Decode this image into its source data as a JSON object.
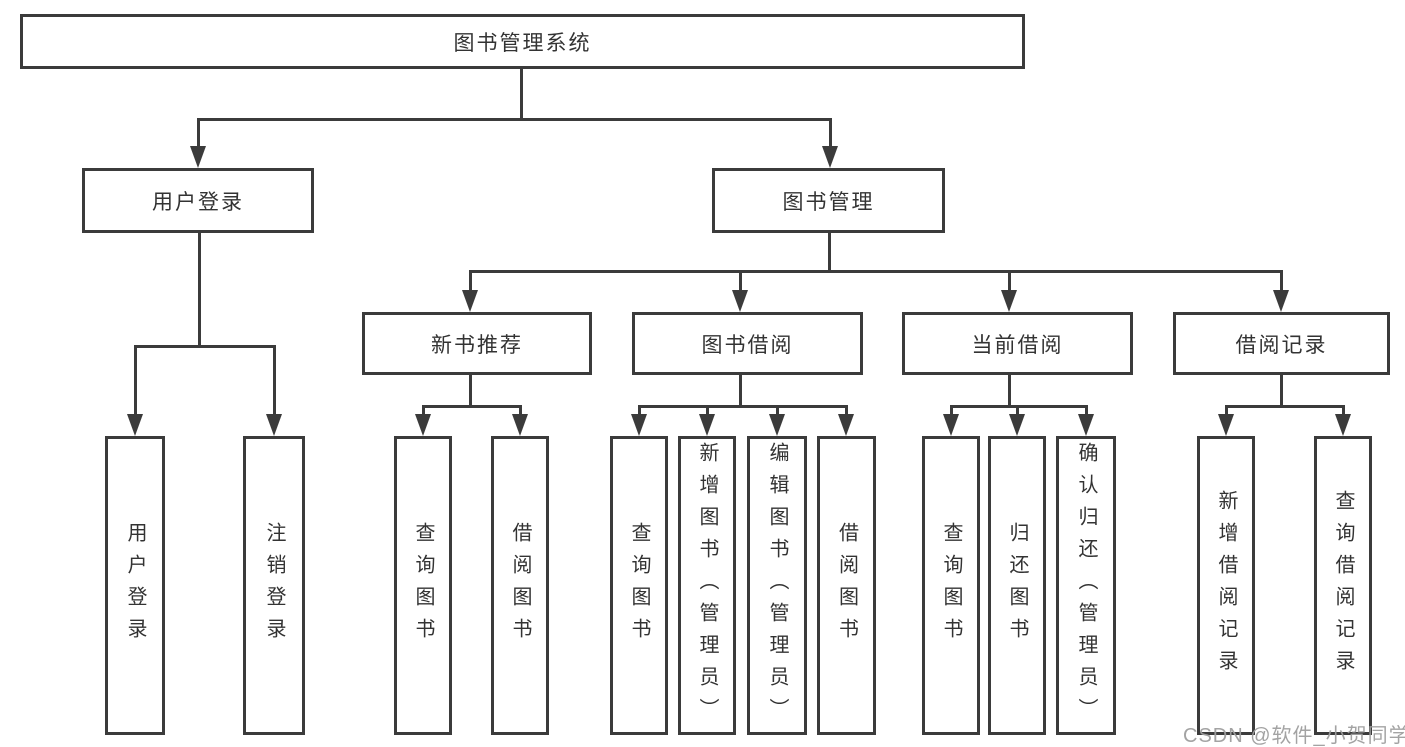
{
  "tree": {
    "label": "图书管理系统",
    "children": [
      {
        "label": "用户登录",
        "children": [
          {
            "label": "用户登录"
          },
          {
            "label": "注销登录"
          }
        ]
      },
      {
        "label": "图书管理",
        "children": [
          {
            "label": "新书推荐",
            "children": [
              {
                "label": "查询图书"
              },
              {
                "label": "借阅图书"
              }
            ]
          },
          {
            "label": "图书借阅",
            "children": [
              {
                "label": "查询图书"
              },
              {
                "label": "新增图书（管理员）"
              },
              {
                "label": "编辑图书（管理员）"
              },
              {
                "label": "借阅图书"
              }
            ]
          },
          {
            "label": "当前借阅",
            "children": [
              {
                "label": "查询图书"
              },
              {
                "label": "归还图书"
              },
              {
                "label": "确认归还（管理员）"
              }
            ]
          },
          {
            "label": "借阅记录",
            "children": [
              {
                "label": "新增借阅记录"
              },
              {
                "label": "查询借阅记录"
              }
            ]
          }
        ]
      }
    ]
  },
  "watermark": {
    "text": "CSDN @软件_小贺同学",
    "color": "#9e9e9e"
  },
  "colors": {
    "line": "#3b3b3b",
    "text": "#333333",
    "background": "#ffffff"
  },
  "diagram_type": "hierarchy-tree"
}
